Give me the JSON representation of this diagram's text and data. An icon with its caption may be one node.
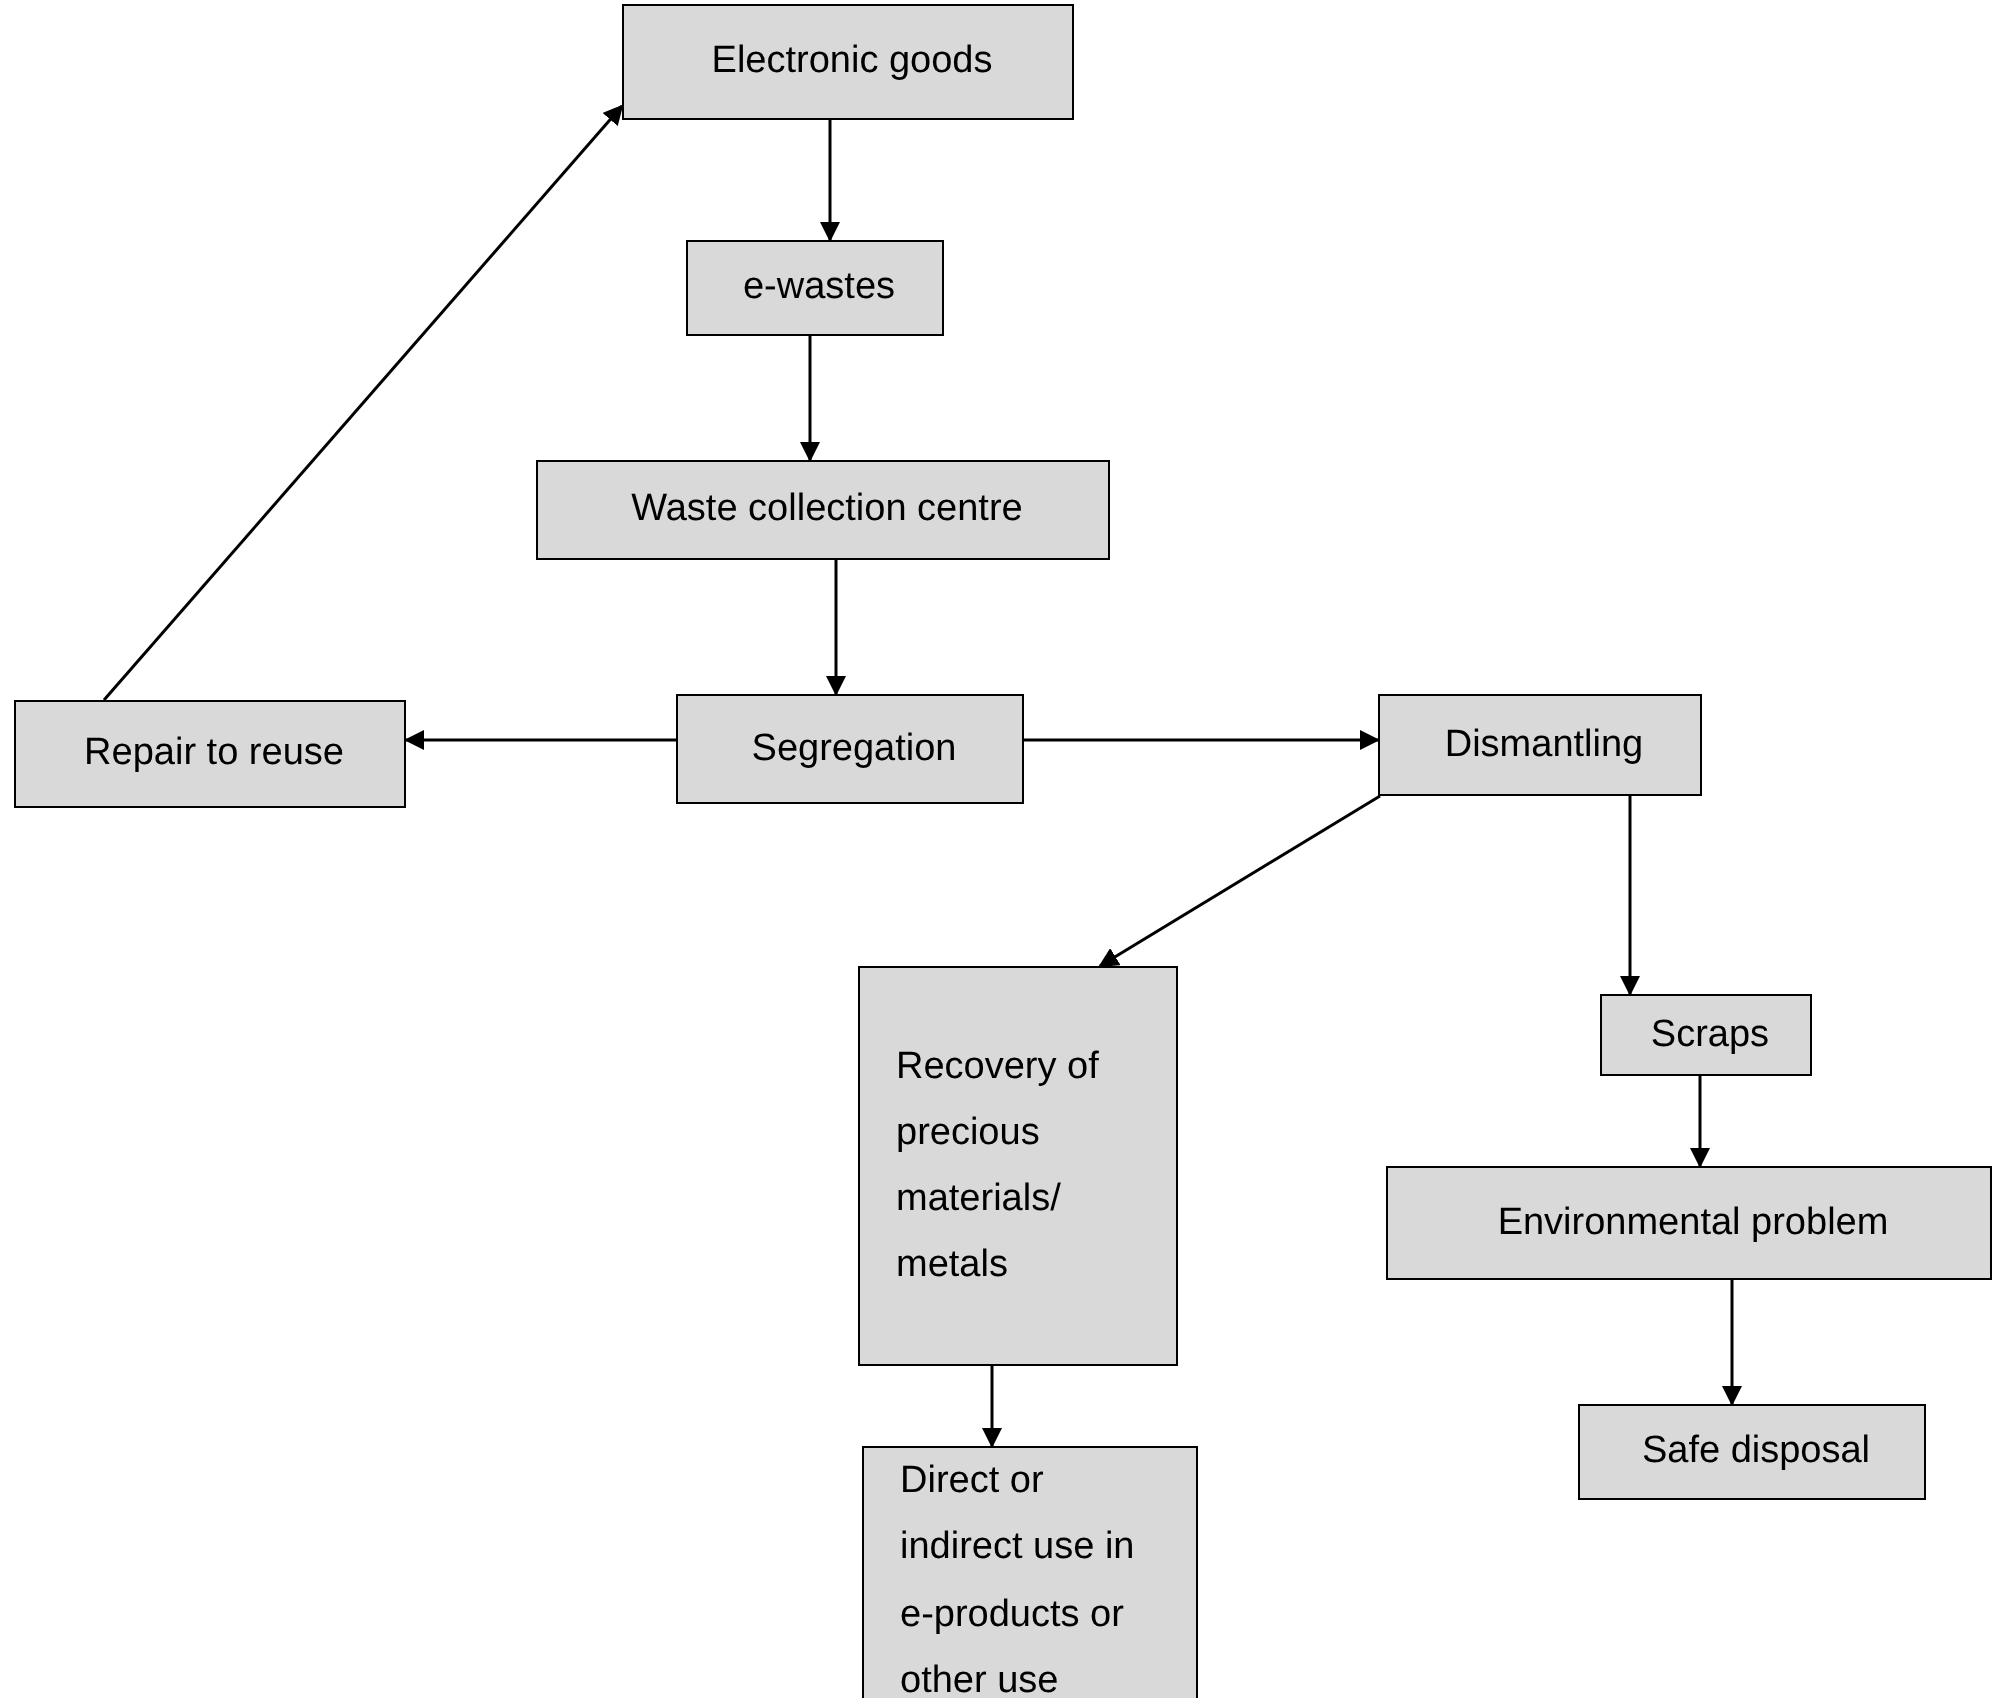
{
  "diagram": {
    "nodes": [
      {
        "text": [
          "Electronic goods"
        ]
      },
      {
        "text": [
          "e-wastes"
        ]
      },
      {
        "text": [
          "Waste collection centre"
        ]
      },
      {
        "text": [
          "Segregation"
        ]
      },
      {
        "text": [
          "Repair to reuse"
        ]
      },
      {
        "text": [
          "Dismantling"
        ]
      },
      {
        "text": [
          "Recovery of precious materials/ metals"
        ]
      },
      {
        "text": [
          "Scraps"
        ]
      },
      {
        "text": [
          "Environmental problem"
        ]
      },
      {
        "text": [
          "Safe disposal"
        ]
      },
      {
        "text": [
          "Direct or indirect use in e-products or other use"
        ]
      }
    ],
    "edges": [
      {
        "from": 0,
        "to": 1,
        "arrow": "to"
      },
      {
        "from": 1,
        "to": 2,
        "arrow": "to"
      },
      {
        "from": 2,
        "to": 3,
        "arrow": "to"
      },
      {
        "from": 3,
        "to": 4,
        "arrow": "to"
      },
      {
        "from": 3,
        "to": 5,
        "arrow": "to"
      },
      {
        "from": 4,
        "to": 0,
        "arrow": "to"
      },
      {
        "from": 5,
        "to": 6,
        "arrow": "to"
      },
      {
        "from": 5,
        "to": 7,
        "arrow": "to"
      },
      {
        "from": 7,
        "to": 8,
        "arrow": "to"
      },
      {
        "from": 6,
        "to": 10,
        "arrow": "to"
      },
      {
        "from": 8,
        "to": 9,
        "arrow": "to"
      }
    ]
  }
}
